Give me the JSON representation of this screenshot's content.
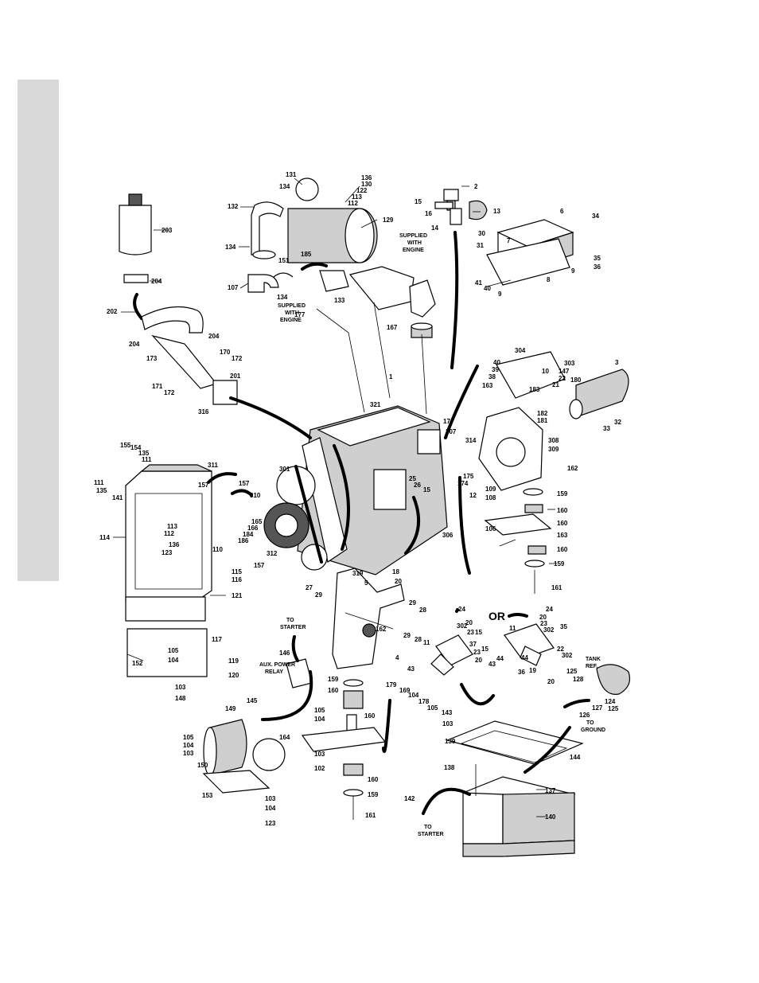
{
  "notes": {
    "supplied_with_engine_top": [
      "SUPPLIED",
      "WITH",
      "ENGINE"
    ],
    "supplied_with_engine_left": [
      "SUPPLIED",
      "WITH",
      "ENGINE"
    ],
    "to_starter_top": [
      "TO",
      "STARTER"
    ],
    "aux_power_relay": [
      "AUX. POWER",
      "RELAY"
    ],
    "to_ground": [
      "TO",
      "GROUND"
    ],
    "to_starter_bottom": [
      "TO",
      "STARTER"
    ],
    "tank_ref": [
      "TANK",
      "REF."
    ],
    "or": "OR"
  },
  "labels": [
    {
      "id": "l131",
      "text": "131"
    },
    {
      "id": "l136",
      "text": "136"
    },
    {
      "id": "l130",
      "text": "130"
    },
    {
      "id": "l122",
      "text": "122"
    },
    {
      "id": "l113a",
      "text": "113"
    },
    {
      "id": "l112a",
      "text": "112"
    },
    {
      "id": "l134a",
      "text": "134"
    },
    {
      "id": "l132",
      "text": "132"
    },
    {
      "id": "l129",
      "text": "129"
    },
    {
      "id": "l134b",
      "text": "134"
    },
    {
      "id": "l151",
      "text": "151"
    },
    {
      "id": "l185",
      "text": "185"
    },
    {
      "id": "l107",
      "text": "107"
    },
    {
      "id": "l134c",
      "text": "134"
    },
    {
      "id": "l133",
      "text": "133"
    },
    {
      "id": "l177",
      "text": "177"
    },
    {
      "id": "l167",
      "text": "167"
    },
    {
      "id": "l2",
      "text": "2"
    },
    {
      "id": "l15a",
      "text": "15"
    },
    {
      "id": "l16",
      "text": "16"
    },
    {
      "id": "l13",
      "text": "13"
    },
    {
      "id": "l14",
      "text": "14"
    },
    {
      "id": "l6",
      "text": "6"
    },
    {
      "id": "l34",
      "text": "34"
    },
    {
      "id": "l30",
      "text": "30"
    },
    {
      "id": "l7",
      "text": "7"
    },
    {
      "id": "l31",
      "text": "31"
    },
    {
      "id": "l35a",
      "text": "35"
    },
    {
      "id": "l36a",
      "text": "36"
    },
    {
      "id": "l9a",
      "text": "9"
    },
    {
      "id": "l8",
      "text": "8"
    },
    {
      "id": "l41",
      "text": "41"
    },
    {
      "id": "l40a",
      "text": "40"
    },
    {
      "id": "l9b",
      "text": "9"
    },
    {
      "id": "l203",
      "text": "203"
    },
    {
      "id": "l204a",
      "text": "204"
    },
    {
      "id": "l202",
      "text": "202"
    },
    {
      "id": "l204b",
      "text": "204"
    },
    {
      "id": "l204c",
      "text": "204"
    },
    {
      "id": "l173",
      "text": "173"
    },
    {
      "id": "l170",
      "text": "170"
    },
    {
      "id": "l172a",
      "text": "172"
    },
    {
      "id": "l201",
      "text": "201"
    },
    {
      "id": "l171",
      "text": "171"
    },
    {
      "id": "l172b",
      "text": "172"
    },
    {
      "id": "l316",
      "text": "316"
    },
    {
      "id": "l304",
      "text": "304"
    },
    {
      "id": "l40b",
      "text": "40"
    },
    {
      "id": "l39",
      "text": "39"
    },
    {
      "id": "l38",
      "text": "38"
    },
    {
      "id": "l163a",
      "text": "163"
    },
    {
      "id": "l10",
      "text": "10"
    },
    {
      "id": "l183",
      "text": "183"
    },
    {
      "id": "l303",
      "text": "303"
    },
    {
      "id": "l147",
      "text": "147"
    },
    {
      "id": "l22a",
      "text": "22"
    },
    {
      "id": "l21",
      "text": "21"
    },
    {
      "id": "l180",
      "text": "180"
    },
    {
      "id": "l3",
      "text": "3"
    },
    {
      "id": "l182",
      "text": "182"
    },
    {
      "id": "l181",
      "text": "181"
    },
    {
      "id": "l32",
      "text": "32"
    },
    {
      "id": "l33",
      "text": "33"
    },
    {
      "id": "l1",
      "text": "1"
    },
    {
      "id": "l321",
      "text": "321"
    },
    {
      "id": "l17",
      "text": "17"
    },
    {
      "id": "l307",
      "text": "307"
    },
    {
      "id": "l314",
      "text": "314"
    },
    {
      "id": "l308",
      "text": "308"
    },
    {
      "id": "l309",
      "text": "309"
    },
    {
      "id": "l162a",
      "text": "162"
    },
    {
      "id": "l175",
      "text": "175"
    },
    {
      "id": "l174",
      "text": "174"
    },
    {
      "id": "l25",
      "text": "25"
    },
    {
      "id": "l26",
      "text": "26"
    },
    {
      "id": "l15b",
      "text": "15"
    },
    {
      "id": "l12",
      "text": "12"
    },
    {
      "id": "l109",
      "text": "109"
    },
    {
      "id": "l108",
      "text": "108"
    },
    {
      "id": "l159a",
      "text": "159"
    },
    {
      "id": "l160a",
      "text": "160"
    },
    {
      "id": "l106",
      "text": "106"
    },
    {
      "id": "l160b",
      "text": "160"
    },
    {
      "id": "l163b",
      "text": "163"
    },
    {
      "id": "l160c",
      "text": "160"
    },
    {
      "id": "l159b",
      "text": "159"
    },
    {
      "id": "l161a",
      "text": "161"
    },
    {
      "id": "l306",
      "text": "306"
    },
    {
      "id": "l155",
      "text": "155"
    },
    {
      "id": "l154",
      "text": "154"
    },
    {
      "id": "l135a",
      "text": "135"
    },
    {
      "id": "l111a",
      "text": "111"
    },
    {
      "id": "l111b",
      "text": "111"
    },
    {
      "id": "l135b",
      "text": "135"
    },
    {
      "id": "l141",
      "text": "141"
    },
    {
      "id": "l311",
      "text": "311"
    },
    {
      "id": "l157a",
      "text": "157"
    },
    {
      "id": "l157b",
      "text": "157"
    },
    {
      "id": "l301",
      "text": "301"
    },
    {
      "id": "l310",
      "text": "310"
    },
    {
      "id": "l165",
      "text": "165"
    },
    {
      "id": "l166",
      "text": "166"
    },
    {
      "id": "l184",
      "text": "184"
    },
    {
      "id": "l186",
      "text": "186"
    },
    {
      "id": "l114",
      "text": "114"
    },
    {
      "id": "l113b",
      "text": "113"
    },
    {
      "id": "l112b",
      "text": "112"
    },
    {
      "id": "l136b",
      "text": "136"
    },
    {
      "id": "l123a",
      "text": "123"
    },
    {
      "id": "l110",
      "text": "110"
    },
    {
      "id": "l312",
      "text": "312"
    },
    {
      "id": "l157c",
      "text": "157"
    },
    {
      "id": "l115",
      "text": "115"
    },
    {
      "id": "l116",
      "text": "116"
    },
    {
      "id": "l121",
      "text": "121"
    },
    {
      "id": "l319",
      "text": "319"
    },
    {
      "id": "l5",
      "text": "5"
    },
    {
      "id": "l18",
      "text": "18"
    },
    {
      "id": "l20a",
      "text": "20"
    },
    {
      "id": "l27",
      "text": "27"
    },
    {
      "id": "l29a",
      "text": "29"
    },
    {
      "id": "l117",
      "text": "117"
    },
    {
      "id": "l105a",
      "text": "105"
    },
    {
      "id": "l104a",
      "text": "104"
    },
    {
      "id": "l119",
      "text": "119"
    },
    {
      "id": "l120",
      "text": "120"
    },
    {
      "id": "l152",
      "text": "152"
    },
    {
      "id": "l103a",
      "text": "103"
    },
    {
      "id": "l148",
      "text": "148"
    },
    {
      "id": "l162b",
      "text": "162"
    },
    {
      "id": "l4",
      "text": "4"
    },
    {
      "id": "l29b",
      "text": "29"
    },
    {
      "id": "l28a",
      "text": "28"
    },
    {
      "id": "l29c",
      "text": "29"
    },
    {
      "id": "l28b",
      "text": "28"
    },
    {
      "id": "l24a",
      "text": "24"
    },
    {
      "id": "l20b",
      "text": "20"
    },
    {
      "id": "l302a",
      "text": "302"
    },
    {
      "id": "l23a",
      "text": "23"
    },
    {
      "id": "l15c",
      "text": "15"
    },
    {
      "id": "l11a",
      "text": "11"
    },
    {
      "id": "l37",
      "text": "37"
    },
    {
      "id": "l23b",
      "text": "23"
    },
    {
      "id": "l15d",
      "text": "15"
    },
    {
      "id": "l20c",
      "text": "20"
    },
    {
      "id": "l43a",
      "text": "43"
    },
    {
      "id": "l24b",
      "text": "24"
    },
    {
      "id": "l20d",
      "text": "20"
    },
    {
      "id": "l23c",
      "text": "23"
    },
    {
      "id": "l302b",
      "text": "302"
    },
    {
      "id": "l35b",
      "text": "35"
    },
    {
      "id": "l11b",
      "text": "11"
    },
    {
      "id": "l44a",
      "text": "44"
    },
    {
      "id": "l43b",
      "text": "43"
    },
    {
      "id": "l44b",
      "text": "44"
    },
    {
      "id": "l36b",
      "text": "36"
    },
    {
      "id": "l19",
      "text": "19"
    },
    {
      "id": "l302c",
      "text": "302"
    },
    {
      "id": "l20e",
      "text": "20"
    },
    {
      "id": "l22b",
      "text": "22"
    },
    {
      "id": "l125a",
      "text": "125"
    },
    {
      "id": "l128",
      "text": "128"
    },
    {
      "id": "l124",
      "text": "124"
    },
    {
      "id": "l125b",
      "text": "125"
    },
    {
      "id": "l127",
      "text": "127"
    },
    {
      "id": "l126",
      "text": "126"
    },
    {
      "id": "l146",
      "text": "146"
    },
    {
      "id": "l159c",
      "text": "159"
    },
    {
      "id": "l160d",
      "text": "160"
    },
    {
      "id": "l105b",
      "text": "105"
    },
    {
      "id": "l104b",
      "text": "104"
    },
    {
      "id": "l160e",
      "text": "160"
    },
    {
      "id": "l179",
      "text": "179"
    },
    {
      "id": "l169",
      "text": "169"
    },
    {
      "id": "l104c",
      "text": "104"
    },
    {
      "id": "l178",
      "text": "178"
    },
    {
      "id": "l105c",
      "text": "105"
    },
    {
      "id": "l143",
      "text": "143"
    },
    {
      "id": "l103b",
      "text": "103"
    },
    {
      "id": "l145",
      "text": "145"
    },
    {
      "id": "l149",
      "text": "149"
    },
    {
      "id": "l105d",
      "text": "105"
    },
    {
      "id": "l104d",
      "text": "104"
    },
    {
      "id": "l103c",
      "text": "103"
    },
    {
      "id": "l150",
      "text": "150"
    },
    {
      "id": "l153",
      "text": "153"
    },
    {
      "id": "l103d",
      "text": "103"
    },
    {
      "id": "l104e",
      "text": "104"
    },
    {
      "id": "l123b",
      "text": "123"
    },
    {
      "id": "l164",
      "text": "164"
    },
    {
      "id": "l103e",
      "text": "103"
    },
    {
      "id": "l102",
      "text": "102"
    },
    {
      "id": "l160f",
      "text": "160"
    },
    {
      "id": "l159d",
      "text": "159"
    },
    {
      "id": "l161b",
      "text": "161"
    },
    {
      "id": "l139",
      "text": "139"
    },
    {
      "id": "l144",
      "text": "144"
    },
    {
      "id": "l138",
      "text": "138"
    },
    {
      "id": "l137",
      "text": "137"
    },
    {
      "id": "l142",
      "text": "142"
    },
    {
      "id": "l140",
      "text": "140"
    }
  ]
}
